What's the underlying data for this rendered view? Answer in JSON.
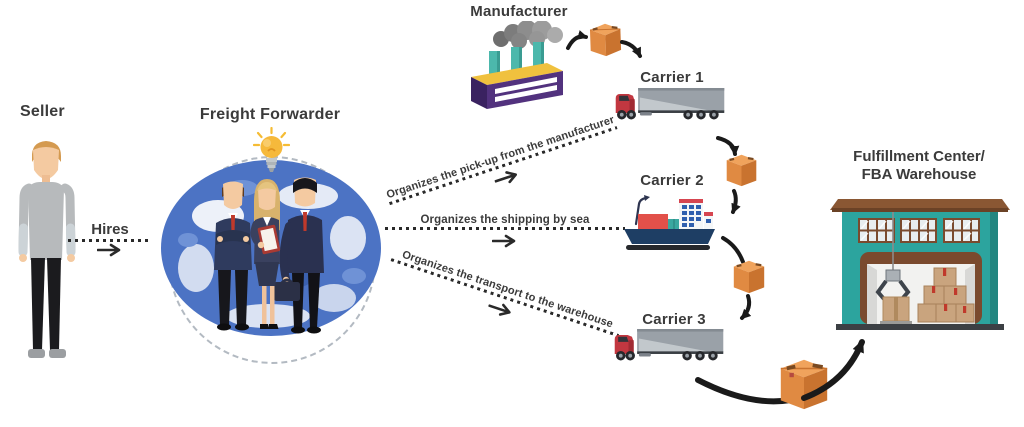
{
  "title": "Freight forwarding process diagram",
  "labels": {
    "seller": "Seller",
    "hires": "Hires",
    "freight_forwarder": "Freight Forwarder",
    "manufacturer": "Manufacturer",
    "carrier1": "Carrier 1",
    "carrier2": "Carrier 2",
    "carrier3": "Carrier 3",
    "fulfillment_line1": "Fulfillment Center/",
    "fulfillment_line2": "FBA Warehouse"
  },
  "processes": [
    {
      "label": "Organizes the pick-up from the manufacturer"
    },
    {
      "label": "Organizes the shipping by sea"
    },
    {
      "label": "Organizes the transport to the warehouse"
    }
  ],
  "icons": {
    "seller": "person-icon",
    "freight_forwarder": "business-team-icon",
    "globe": "globe-icon",
    "idea": "lightbulb-icon",
    "manufacturer": "factory-icon",
    "carrier1": "semi-truck-icon",
    "carrier2": "cargo-ship-icon",
    "carrier3": "semi-truck-icon",
    "fulfillment": "warehouse-icon",
    "shipment": "package-box-icon",
    "connector": "dotted-arrow-icon"
  },
  "colors": {
    "text": "#3b3b3b",
    "connector_dots": "#2a2a2a",
    "arrow_black": "#1a1a1a",
    "box_orange_front": "#e08a42",
    "box_orange_side": "#c9732f",
    "box_orange_top": "#f0a35c",
    "truck_cab_red": "#c23740",
    "truck_trailer_gray": "#9aa1a8",
    "ship_hull_navy": "#1e3e64",
    "ship_container_red": "#e2504a",
    "container_teal": "#3aa8a0",
    "factory_purple": "#52327e",
    "factory_trim_yellow": "#f0c13e",
    "chimney_teal": "#4cb8ac",
    "warehouse_teal": "#2ca49e",
    "warehouse_roof_brown": "#8a5733",
    "globe_blue": "#4c73c4",
    "lightbulb_yellow": "#f6b93b",
    "tie_red": "#c0392b",
    "skin": "#f4caa1",
    "carton_tan": "#c9a47e",
    "background": "#ffffff"
  }
}
